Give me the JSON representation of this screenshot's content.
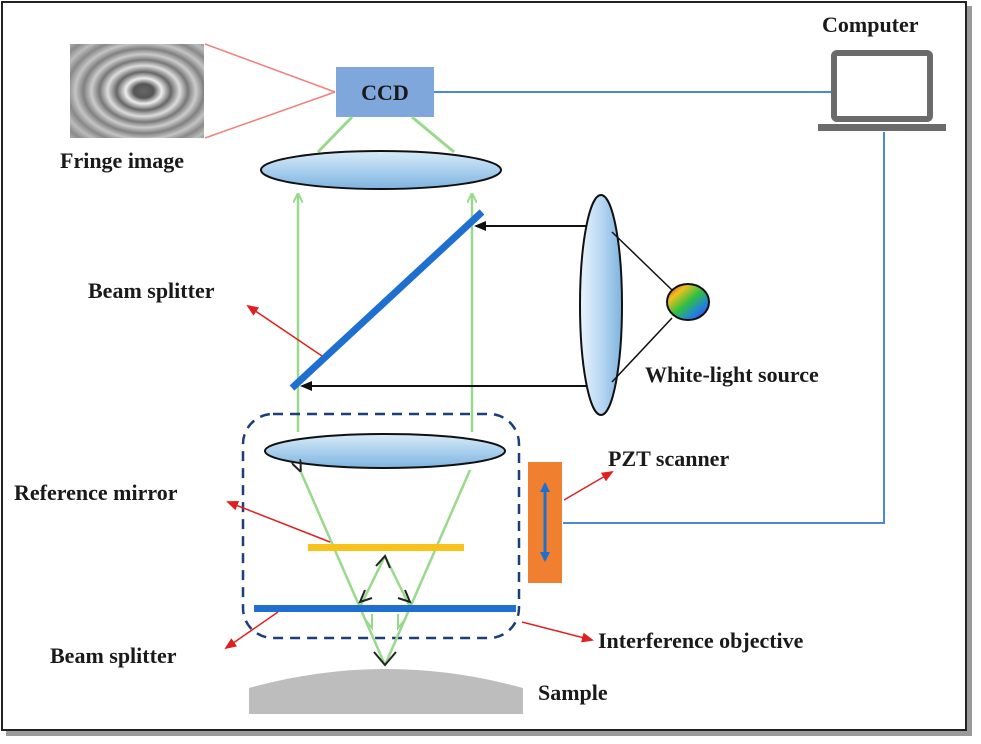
{
  "labels": {
    "ccd": "CCD",
    "computer": "Computer",
    "fringe_image": "Fringe image",
    "beam_splitter_top": "Beam splitter",
    "white_light_source": "White-light source",
    "pzt_scanner": "PZT scanner",
    "reference_mirror": "Reference mirror",
    "beam_splitter_bottom": "Beam splitter",
    "interference_objective": "Interference objective",
    "sample": "Sample"
  },
  "colors": {
    "ccd_fill": "#7fa7dc",
    "light_path": "#99d98c",
    "beam_splitter": "#1f6fd1",
    "reference_mirror": "#f7c21a",
    "pzt": "#f08030",
    "signal_line": "#4a8ad4",
    "pointer": "#e02020",
    "objective_box": "#1c3f78",
    "sample": "#bdbdbd",
    "computer": "#6b6b6b"
  }
}
